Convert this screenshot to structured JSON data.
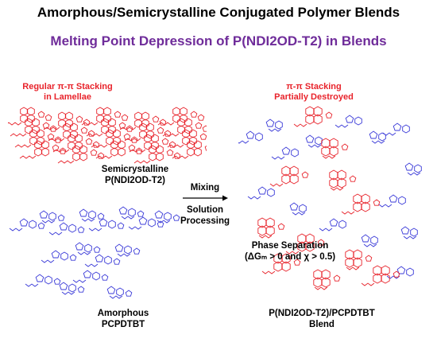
{
  "title": "Amorphous/Semicrystalline Conjugated Polymer Blends",
  "subtitle": "Melting Point Depression of P(NDI2OD-T2) in Blends",
  "left_top": {
    "annotation_line1": "Regular π-π Stacking",
    "annotation_line2": "in Lamellae",
    "label_line1": "Semicrystalline",
    "label_line2": "P(NDI2OD-T2)"
  },
  "left_bottom": {
    "label_line1": "Amorphous",
    "label_line2": "PCPDTBT"
  },
  "process": {
    "mixing": "Mixing",
    "step_line1": "Solution",
    "step_line2": "Processing"
  },
  "right": {
    "annotation_line1": "π-π Stacking",
    "annotation_line2": "Partially Destroyed",
    "phase_line1": "Phase Separation",
    "phase_line2": "(ΔGₘ > 0 and χ > 0.5)",
    "label_line1": "P(NDI2OD-T2)/PCPDTBT",
    "label_line2": "Blend"
  },
  "colors": {
    "ndi": "#e8232b",
    "pcpdtbt": "#3a3ad8",
    "subtitle": "#6f2c9a"
  }
}
